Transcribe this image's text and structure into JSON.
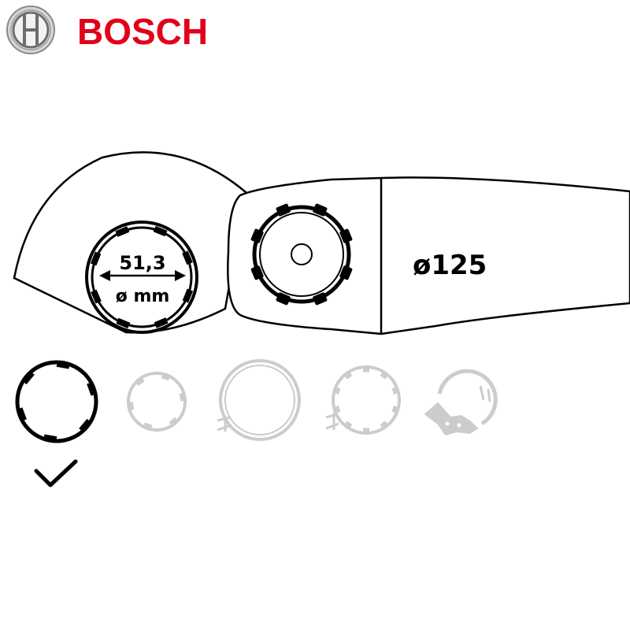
{
  "brand": {
    "name": "BOSCH",
    "color": "#e2001a",
    "logo_icon": "bosch-armature-icon"
  },
  "diagram": {
    "bore_dimension": "51,3",
    "bore_unit": "ø mm",
    "disc_diameter": "ø125",
    "ink_color": "#000000",
    "inactive_color": "#cccccc"
  },
  "compatibility": {
    "selected_index": 0,
    "check_icon": "check-icon",
    "options": [
      {
        "icon": "notched-ring-icon",
        "compatible": true
      },
      {
        "icon": "small-notched-ring-icon",
        "compatible": false
      },
      {
        "icon": "plain-ring-icon",
        "compatible": false
      },
      {
        "icon": "toothed-ring-icon",
        "compatible": false
      },
      {
        "icon": "open-clip-ring-icon",
        "compatible": false
      }
    ]
  }
}
